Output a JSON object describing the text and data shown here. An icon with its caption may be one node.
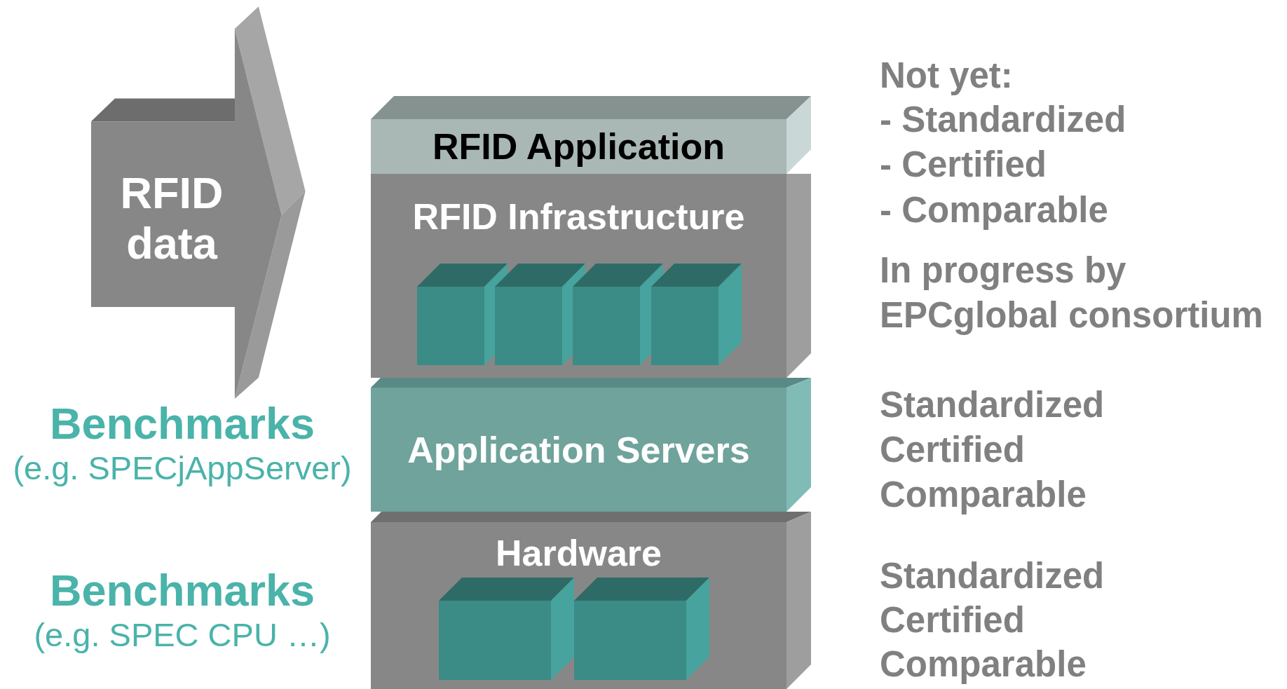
{
  "diagram": {
    "nodes": [
      {
        "text": [
          "RFID data"
        ]
      },
      {
        "text": [
          "RFID Application"
        ]
      },
      {
        "text": [
          "RFID Infrastructure"
        ]
      },
      {
        "text": [],
        "shape": "box",
        "in": 2
      },
      {
        "text": [],
        "shape": "box",
        "in": 2
      },
      {
        "text": [],
        "shape": "box",
        "in": 2
      },
      {
        "text": [],
        "shape": "box",
        "in": 2
      },
      {
        "text": [
          "Application Servers"
        ]
      },
      {
        "text": [
          "Hardware"
        ]
      },
      {
        "text": [],
        "shape": "box",
        "in": 8
      },
      {
        "text": [],
        "shape": "box",
        "in": 8
      }
    ],
    "edges": [],
    "labels": [
      "Not yet:",
      "- Standardized",
      "- Certified",
      "- Comparable",
      "In progress by EPCglobal consortium",
      "Standardized",
      "Certified",
      "Comparable",
      "Standardized",
      "Certified",
      "Comparable",
      "Benchmarks",
      "(e.g. SPECjAppServer)",
      "Benchmarks",
      "(e.g. SPEC CPU …)"
    ]
  }
}
